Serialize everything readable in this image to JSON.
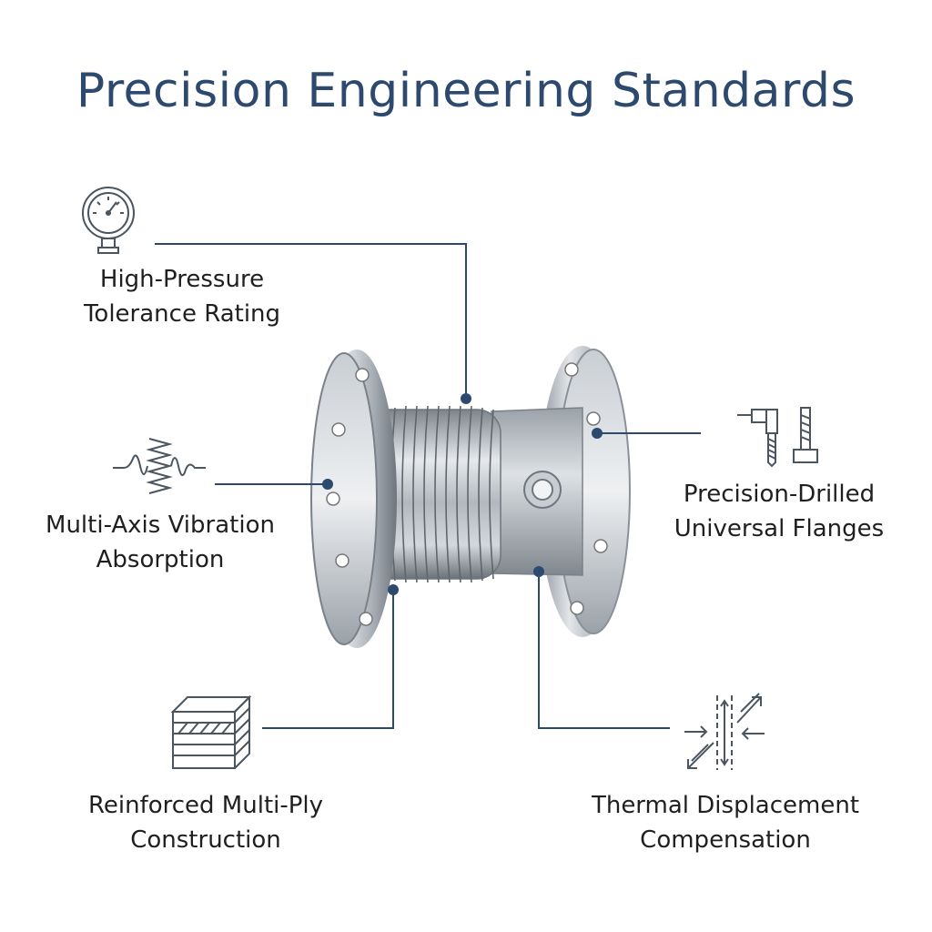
{
  "title": "Precision Engineering Standards",
  "colors": {
    "title": "#2d4a6e",
    "leader": "#2d4a6e",
    "icon": "#4a5560",
    "metal": "#b9bfc6"
  },
  "features": [
    {
      "id": "pressure",
      "icon": "pressure-gauge-icon",
      "line1": "High-Pressure",
      "line2": "Tolerance Rating"
    },
    {
      "id": "vibration",
      "icon": "vibration-spring-icon",
      "line1": "Multi-Axis Vibration",
      "line2": "Absorption"
    },
    {
      "id": "multiply",
      "icon": "layered-block-icon",
      "line1": "Reinforced Multi-Ply",
      "line2": "Construction"
    },
    {
      "id": "flanges",
      "icon": "drill-bolt-icon",
      "line1": "Precision-Drilled",
      "line2": "Universal Flanges"
    },
    {
      "id": "thermal",
      "icon": "thermal-arrows-icon",
      "line1": "Thermal Displacement",
      "line2": "Compensation"
    }
  ]
}
